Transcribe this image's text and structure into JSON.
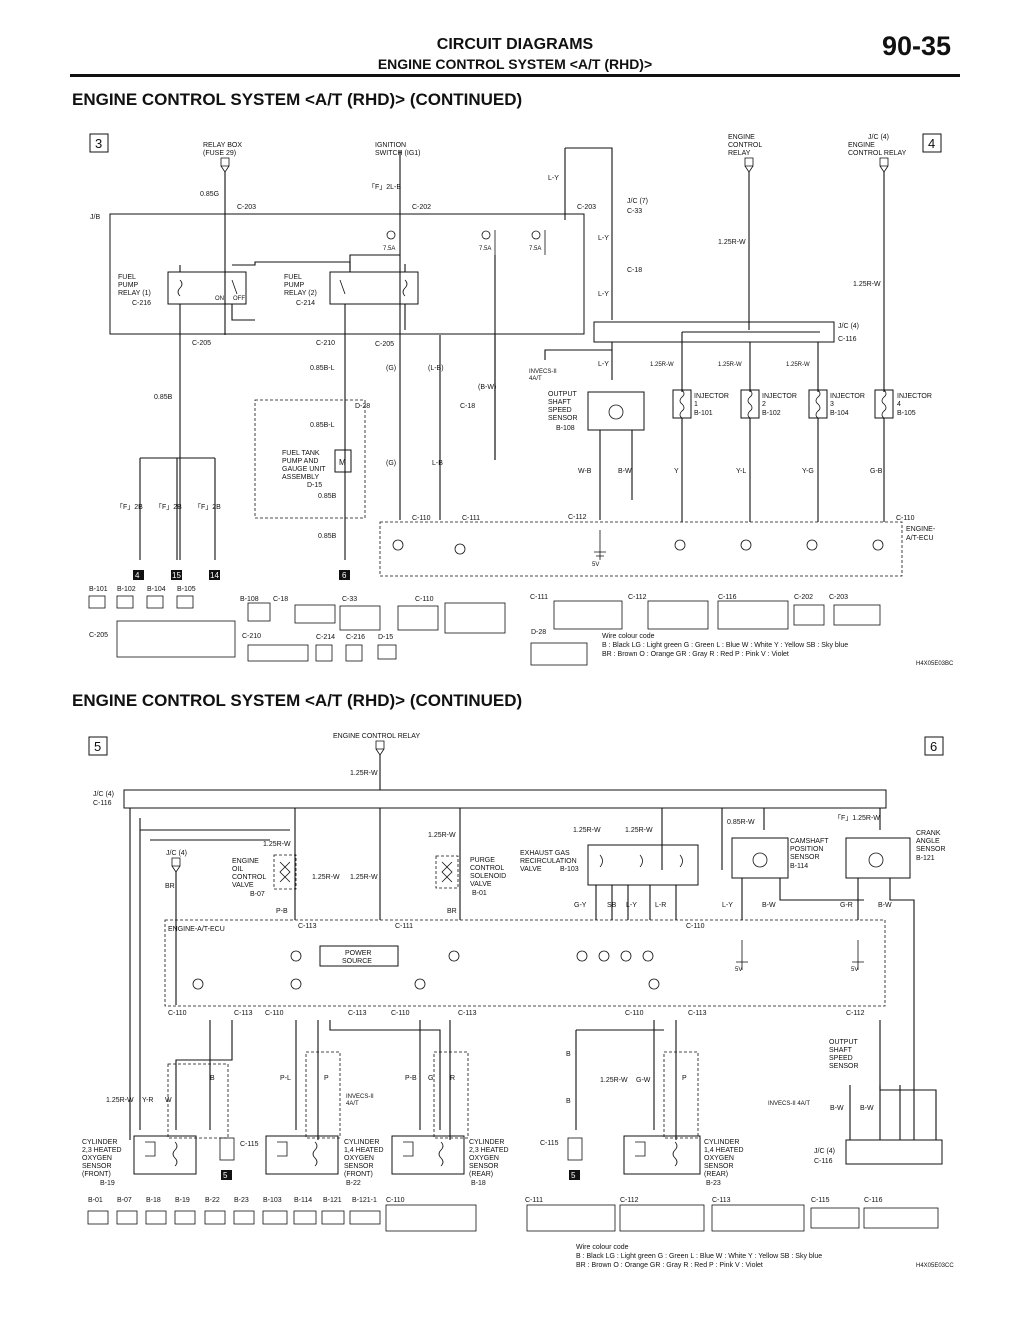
{
  "header": {
    "title": "CIRCUIT DIAGRAMS",
    "subtitle": "ENGINE CONTROL SYSTEM <A/T (RHD)>",
    "page_number": "90-35"
  },
  "section1": {
    "title": "ENGINE CONTROL SYSTEM <A/T (RHD)> (CONTINUED)",
    "frame_left": "3",
    "frame_right": "4",
    "labels": {
      "relay_box": "RELAY BOX",
      "relay_box_fuse": "(FUSE 29)",
      "ignition": "IGNITION",
      "ignition_sub": "SWITCH (IG1)",
      "ecr1": "ENGINE",
      "ecr2": "CONTROL",
      "ecr3": "RELAY",
      "jc4_1": "J/C (4)",
      "jc4_2": "ENGINE",
      "jc4_3": "CONTROL RELAY",
      "jb": "J/B",
      "fpr1_1": "FUEL",
      "fpr1_2": "PUMP",
      "fpr1_3": "RELAY (1)",
      "fpr1_conn": "C-216",
      "fpr2_1": "FUEL",
      "fpr2_2": "PUMP",
      "fpr2_3": "RELAY (2)",
      "fpr2_conn": "C-214",
      "ftp1": "FUEL TANK",
      "ftp2": "PUMP AND",
      "ftp3": "GAUGE UNIT",
      "ftp4": "ASSEMBLY",
      "ftp_conn": "D-15",
      "oss1": "OUTPUT",
      "oss2": "SHAFT",
      "oss3": "SPEED",
      "oss4": "SENSOR",
      "oss_conn": "B-108",
      "inj1": "INJECTOR",
      "inj1n": "1",
      "inj1c": "B-101",
      "inj2": "INJECTOR",
      "inj2n": "2",
      "inj2c": "B-102",
      "inj3": "INJECTOR",
      "inj3n": "3",
      "inj3c": "B-104",
      "inj4": "INJECTOR",
      "inj4n": "4",
      "inj4c": "B-105",
      "ecu1": "ENGINE-",
      "ecu2": "A/T-ECU",
      "invecs1": "INVECS-II",
      "invecs2": "4A/T",
      "on": "ON",
      "off": "OFF",
      "w0850": "0.85G",
      "wLY": "L-Y",
      "wF2LB": "「F」2L-B",
      "w125RW_a": "1.25R-W",
      "w125RW_b": "1.25R-W",
      "w085B": "0.85B",
      "w085BL": "0.85B-L",
      "w085BL2": "0.85B-L",
      "wG": "(G)",
      "wLB": "(L-B)",
      "wBW": "(B-W)",
      "wG2": "(G)",
      "wLB2": "L-B",
      "wWB": "W-B",
      "wBW2": "B-W",
      "wY": "Y",
      "wYL": "Y-L",
      "wYG": "Y-G",
      "wGB": "G-B",
      "wF2B_1": "「F」2B",
      "wF2B_2": "「F」2B",
      "wF2B_3": "「F」2B",
      "fuse7": "7.5A",
      "fuse8": "7.5A",
      "fuse9": "7.5A",
      "v5": "5V",
      "c203": "C-203",
      "c202": "C-202",
      "c203b": "C-203",
      "jc7": "J/C (7)",
      "c33": "C-33",
      "c18": "C-18",
      "jc4b": "J/C (4)",
      "c116": "C-116",
      "c205": "C-205",
      "c210": "C-210",
      "c205b": "C-205",
      "d28": "D-28",
      "c18b": "C-18",
      "c110": "C-110",
      "c111": "C-111",
      "c112": "C-112",
      "c110b": "C-110",
      "gnd4": "4",
      "gnd15": "15",
      "gnd14": "14",
      "gnd6": "6",
      "code": "H4X05E03BC"
    },
    "connector_labels": [
      "B-101",
      "B-102",
      "B-104",
      "B-105",
      "B-108",
      "C-18",
      "C-33",
      "C-110",
      "C-111",
      "C-112",
      "C-116",
      "C-202",
      "C-203",
      "C-205",
      "C-210",
      "C-214",
      "C-216",
      "D-15",
      "D-28"
    ],
    "wire_colour_code": {
      "title": "Wire colour code",
      "line1": "B : Black   LG : Light green   G : Green   L : Blue   W : White   Y : Yellow   SB : Sky blue",
      "line2": "BR : Brown   O : Orange   GR : Gray   R : Red   P : Pink   V : Violet"
    }
  },
  "section2": {
    "title": "ENGINE CONTROL SYSTEM <A/T (RHD)> (CONTINUED)",
    "frame_left": "5",
    "frame_right": "6",
    "labels": {
      "ecr": "ENGINE CONTROL RELAY",
      "jc4": "J/C (4)",
      "c116": "C-116",
      "jc4b": "J/C (4)",
      "eocv1": "ENGINE",
      "eocv2": "OIL",
      "eocv3": "CONTROL",
      "eocv4": "VALVE",
      "eocv_c": "B-07",
      "pcsv1": "PURGE",
      "pcsv2": "CONTROL",
      "pcsv3": "SOLENOID",
      "pcsv4": "VALVE",
      "pcsv_c": "B-01",
      "egr1": "EXHAUST GAS",
      "egr2": "RECIRCULATION",
      "egr3": "VALVE",
      "egr_c": "B-103",
      "cmp1": "CAMSHAFT",
      "cmp2": "POSITION",
      "cmp3": "SENSOR",
      "cmp_c": "B-114",
      "cas1": "CRANK",
      "cas2": "ANGLE",
      "cas3": "SENSOR",
      "cas_c": "B-121",
      "ecu": "ENGINE-A/T-ECU",
      "ps1": "POWER",
      "ps2": "SOURCE",
      "oss1": "OUTPUT",
      "oss2": "SHAFT",
      "oss3": "SPEED",
      "oss4": "SENSOR",
      "invecs": "INVECS-II 4A/T",
      "invecs2": "INVECS-II",
      "invecs3": "4A/T",
      "o2a1": "CYLINDER",
      "o2a2": "2,3 HEATED",
      "o2a3": "OXYGEN",
      "o2a4": "SENSOR",
      "o2a5": "(FRONT)",
      "o2a_c": "B-19",
      "o2b1": "CYLINDER",
      "o2b2": "1,4 HEATED",
      "o2b3": "OXYGEN",
      "o2b4": "SENSOR",
      "o2b5": "(FRONT)",
      "o2b_c": "B-22",
      "o2c1": "CYLINDER",
      "o2c2": "2,3 HEATED",
      "o2c3": "OXYGEN",
      "o2c4": "SENSOR",
      "o2c5": "(REAR)",
      "o2c_c": "B-18",
      "o2d1": "CYLINDER",
      "o2d2": "1,4 HEATED",
      "o2d3": "OXYGEN",
      "o2d4": "SENSOR",
      "o2d5": "(REAR)",
      "o2d_c": "B-23",
      "w125RW": "1.25R-W",
      "w125RW2": "1.25R-W",
      "w125RW3": "1.25R-W",
      "w125RW4": "1.25R-W",
      "w125RW5": "1.25R-W",
      "w085RW": "0.85R-W",
      "wF125RW": "「F」1.25R-W",
      "wBR": "BR",
      "wPB": "P-B",
      "wBR2": "BR",
      "wGY": "G-Y",
      "wSB": "SB",
      "wLY": "L-Y",
      "wLR": "L-R",
      "wLY2": "L-Y",
      "wBW": "B-W",
      "wGR": "G-R",
      "wBW2": "B-W",
      "wYR": "Y-R",
      "wW": "W",
      "wB": "B",
      "wPL": "P-L",
      "wP": "P",
      "wPB2": "P-B",
      "wG": "G",
      "wR": "R",
      "wGW": "G-W",
      "wP2": "P",
      "wBW3": "B-W",
      "wBW4": "B-W",
      "c113": "C-113",
      "c111": "C-111",
      "c110": "C-110",
      "c110b": "C-110",
      "c113b": "C-113",
      "c110c": "C-110",
      "c113c": "C-113",
      "c110d": "C-110",
      "c113d": "C-113",
      "c110e": "C-110",
      "c113e": "C-113",
      "c112": "C-112",
      "c115": "C-115",
      "c115b": "C-115",
      "gnd5a": "5",
      "gnd5b": "5",
      "v5a": "5V",
      "v5b": "5V",
      "code": "H4X05E03CC"
    },
    "connector_labels": [
      "B-01",
      "B-07",
      "B-18",
      "B-19",
      "B-22",
      "B-23",
      "B-103",
      "B-114",
      "B-121",
      "B-121-1",
      "C-110",
      "C-111",
      "C-112",
      "C-113",
      "C-115",
      "C-116"
    ],
    "wire_colour_code": {
      "title": "Wire colour code",
      "line1": "B : Black   LG : Light green   G : Green   L : Blue   W : White   Y : Yellow   SB : Sky blue",
      "line2": "BR : Brown   O : Orange   GR : Gray   R : Red   P : Pink   V : Violet"
    }
  }
}
